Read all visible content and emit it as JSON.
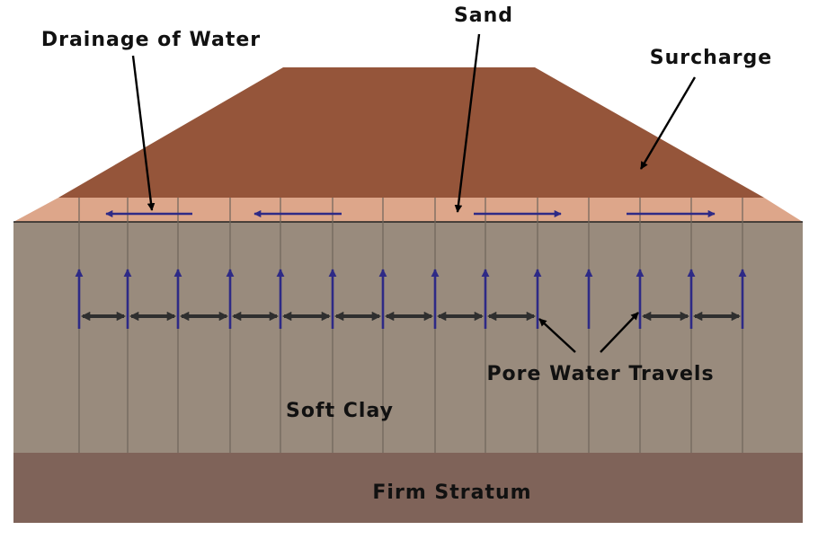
{
  "labels": {
    "drainage": "Drainage of Water",
    "sand": "Sand",
    "surcharge": "Surcharge",
    "pore_water": "Pore Water Travels",
    "soft_clay": "Soft Clay",
    "firm_stratum": "Firm Stratum"
  },
  "colors": {
    "surcharge": "#95553A",
    "sand": "#DDA68A",
    "soft_clay": "#998B7D",
    "firm_stratum": "#7F6359",
    "drain_line": "#6F655B",
    "flow_arrow": "#2E2A86",
    "lateral_arrow": "#2F2F2F",
    "leader": "#000000"
  }
}
